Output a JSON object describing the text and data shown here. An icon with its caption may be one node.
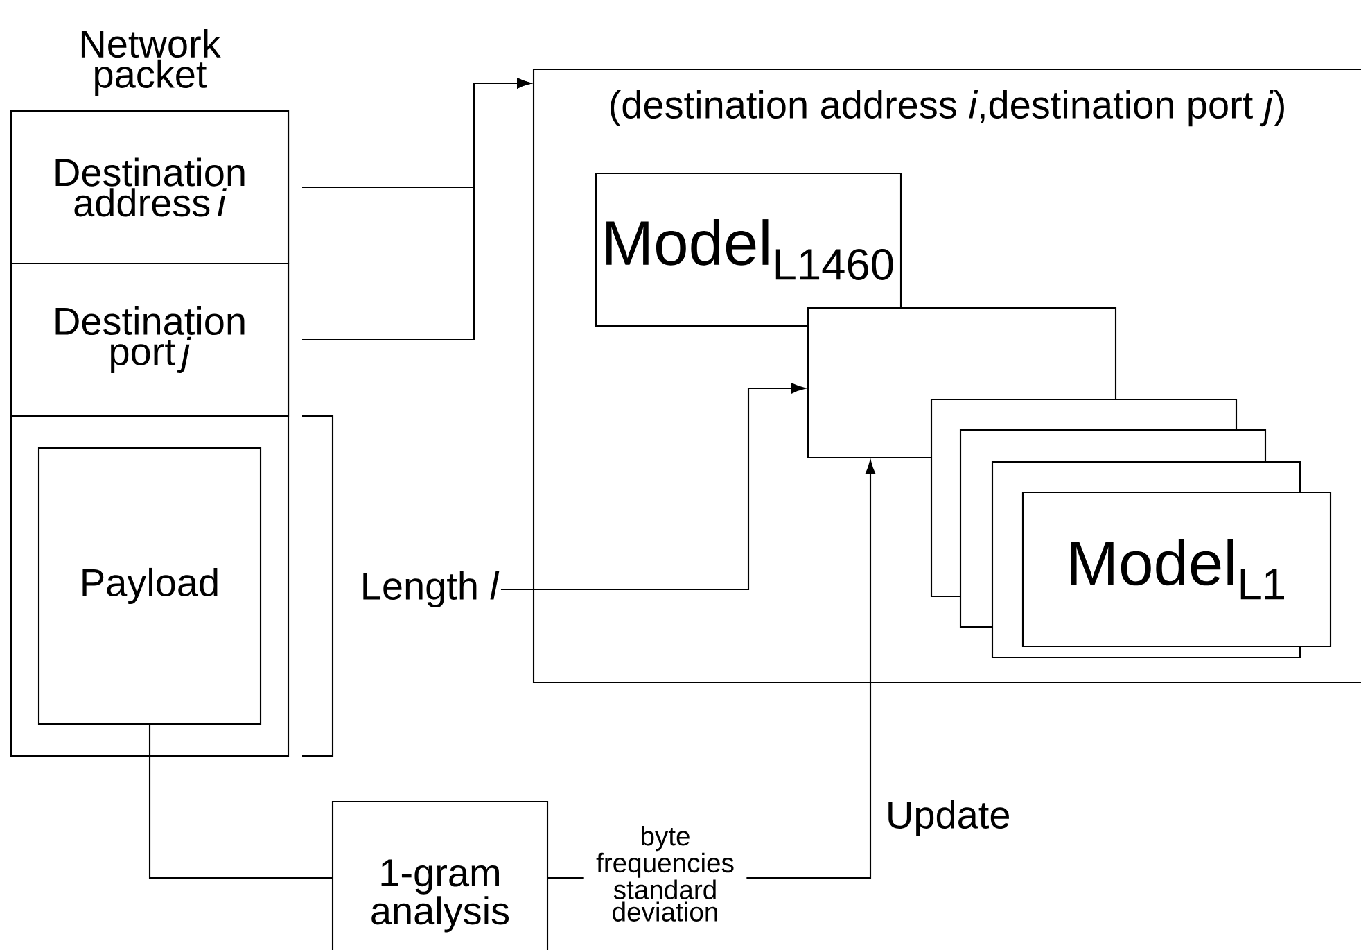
{
  "diagram": {
    "nodes": [
      {
        "text": [
          "Network packet"
        ]
      },
      {
        "text": [
          "Destination address *i*"
        ],
        "in": 0
      },
      {
        "text": [
          "Destination port *j*"
        ],
        "in": 0
      },
      {
        "text": [
          "Payload"
        ],
        "in": 0
      },
      {
        "text": [
          "(destination address *i*,destination port *j*)"
        ]
      },
      {
        "text": [
          "Model$_{L1460}$"
        ],
        "in": 4
      },
      {
        "text": [],
        "shape": "box",
        "in": 4
      },
      {
        "text": [],
        "shape": "box",
        "in": 4
      },
      {
        "text": [],
        "shape": "box",
        "in": 4
      },
      {
        "text": [],
        "shape": "box",
        "in": 4
      },
      {
        "text": [
          "Model$_{L1}$"
        ],
        "in": 4
      },
      {
        "text": [
          "Length *l*"
        ]
      },
      {
        "text": [
          "1-gram analysis"
        ]
      }
    ],
    "edges": [
      {
        "from": 1,
        "to": 4,
        "arrow": "to"
      },
      {
        "from": 2,
        "to": 4,
        "arrow": "to"
      },
      {
        "from": 11,
        "to": 6,
        "arrow": "to"
      },
      {
        "from": 3,
        "to": 12,
        "arrow": "none"
      },
      {
        "from": 12,
        "to": 6,
        "arrow": "to",
        "label": "byte frequencies standard deviation"
      }
    ],
    "labels": [
      "Update"
    ]
  }
}
